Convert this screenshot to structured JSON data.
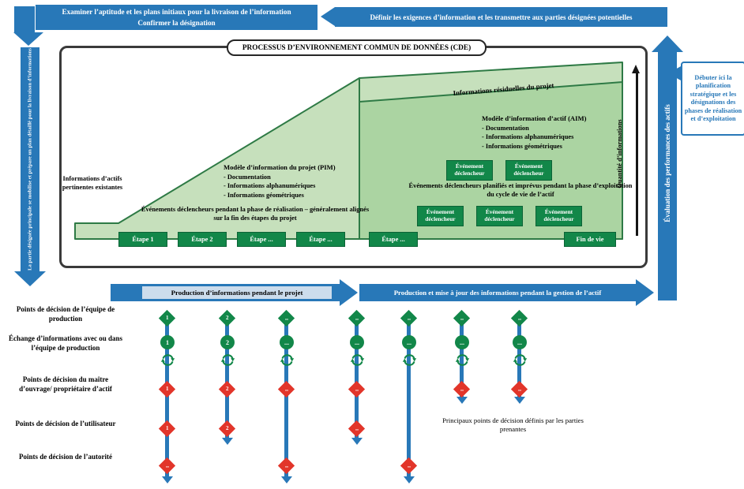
{
  "colors": {
    "blue": "#2878b8",
    "green": "#128749",
    "light_green": "#c6e0bc",
    "mid_green": "#abd4a2",
    "dark_green": "#2e7a45",
    "red": "#e2352a"
  },
  "flow": {
    "review_line1": "Examiner l’aptitude et les plans initiaux pour la livraison de l’information",
    "review_line2": "Confirmer la désignation",
    "define": "Définir les exigences d’information et les transmettre aux parties désignées potentielles",
    "mobilise": "La partie désignée principale se mobilise et prépare un plan détaillé pour la livraison d’informations",
    "evaluate": "Évaluation des performances des actifs",
    "start_note": "Débuter ici la planification stratégique et les désignations des phases de réalisation et d’exploitation"
  },
  "cde": {
    "title": "PROCESSUS D’ENVIRONNEMENT COMMUN DE DONNÉES (CDE)",
    "existing_info": "Informations d’actifs pertinentes existantes",
    "residual_info": "Informations résiduelles du projet",
    "pim_title": "Modèle d’information du projet (PIM)",
    "pim_items": [
      "- Documentation",
      "- Informations alphanumériques",
      "- Informations géométriques"
    ],
    "aim_title": "Modèle d’information d’actif (AIM)",
    "aim_items": [
      "- Documentation",
      "- Informations alphanumériques",
      "- Informations géométriques"
    ],
    "realisation_note": "Événements déclencheurs pendant la phase de réalisation – généralement alignés sur la fin des étapes du projet",
    "exploitation_note": "Événements déclencheurs planifiés et imprévus pendant la phase d’exploitation du cycle de vie de l’actif",
    "trigger_line1": "Événement",
    "trigger_line2": "déclencheur",
    "stages": [
      "Étape 1",
      "Étape 2",
      "Étape ...",
      "Étape ...",
      "Étape ...",
      "Fin de vie"
    ],
    "quantity_axis": "Quantité d’informations"
  },
  "production": {
    "project_label": "Production d’informations pendant le projet",
    "asset_label": "Production et mise à jour des informations pendant la gestion de l’actif"
  },
  "grid": {
    "row_labels": {
      "team": "Points de décision de l’équipe de production",
      "exchange": "Échange d’informations avec ou dans l’équipe de production",
      "owner": "Points de décision du maître d’ouvrage/ propriétaire d’actif",
      "user": "Points de décision de l’utilisateur",
      "authority": "Points de décision de l’autorité"
    },
    "stakeholder_note": "Principaux points de décision définis par les parties prenantes",
    "columns": [
      {
        "team": "1",
        "exchange": "1",
        "owner": "1",
        "user": "1",
        "authority": "..."
      },
      {
        "team": "2",
        "exchange": "2",
        "owner": "2",
        "user": "2"
      },
      {
        "team": "...",
        "exchange": "...",
        "owner": "...",
        "authority": "..."
      },
      {
        "team": "...",
        "exchange": "...",
        "owner": "...",
        "user": "..."
      },
      {
        "team": "...",
        "exchange": "...",
        "authority": "..."
      },
      {
        "team": "...",
        "exchange": "...",
        "owner": "..."
      },
      {
        "team": "...",
        "exchange": "...",
        "owner": "..."
      }
    ]
  }
}
